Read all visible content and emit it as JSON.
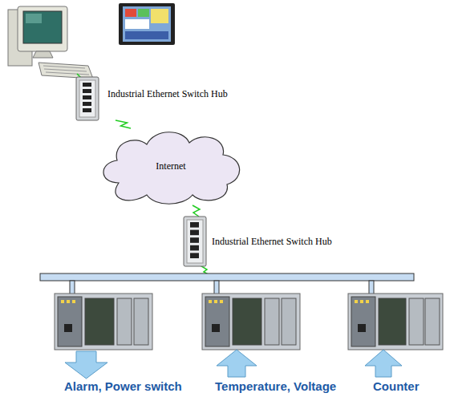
{
  "diagram": {
    "nodes": [
      {
        "text": [
          "Industrial Ethernet Switch Hub"
        ]
      },
      {
        "text": [
          "Internet"
        ]
      },
      {
        "text": [
          "Industrial Ethernet Switch Hub"
        ]
      }
    ],
    "edges": [
      {
        "from": 0,
        "to": 1,
        "arrow": "none"
      },
      {
        "from": 1,
        "to": 2,
        "arrow": "none"
      }
    ],
    "labels": [
      "Alarm,  Power switch",
      "Temperature,  Voltage",
      "Counter"
    ]
  }
}
